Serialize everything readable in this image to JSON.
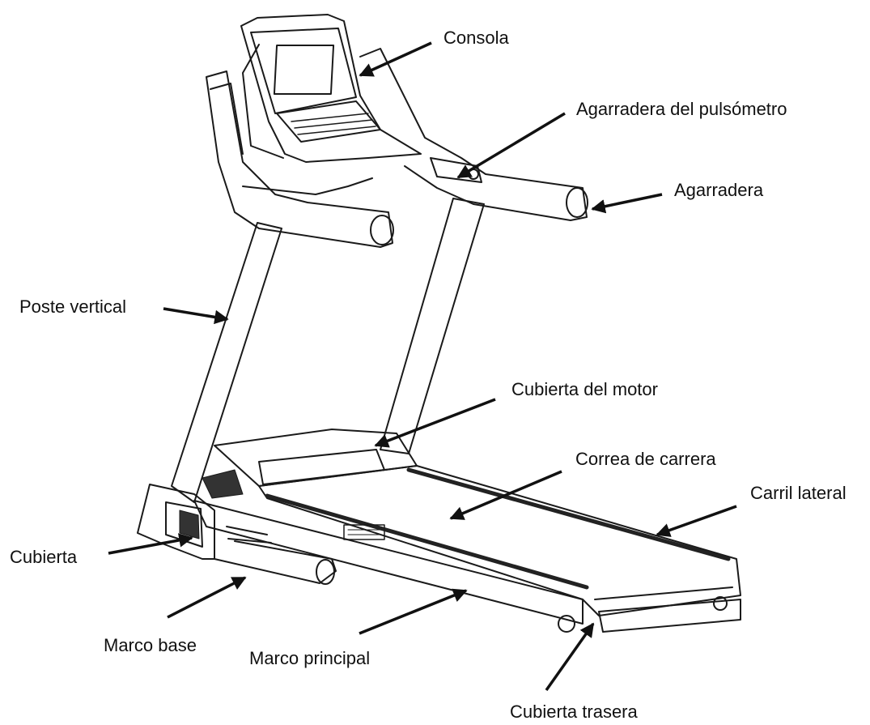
{
  "labels": {
    "consola": "Consola",
    "agarradera_pulsometro": "Agarradera del pulsómetro",
    "agarradera": "Agarradera",
    "poste_vertical": "Poste vertical",
    "cubierta_motor": "Cubierta del motor",
    "correa_carrera": "Correa de carrera",
    "carril_lateral": "Carril lateral",
    "cubierta": "Cubierta",
    "marco_base": "Marco base",
    "marco_principal": "Marco principal",
    "cubierta_trasera": "Cubierta trasera"
  },
  "colors": {
    "line": "#1a1a1a",
    "background": "#ffffff"
  }
}
